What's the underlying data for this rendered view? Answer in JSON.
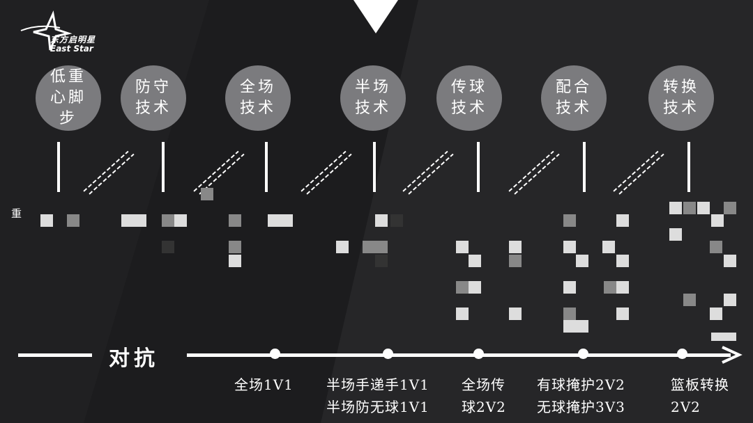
{
  "logo": {
    "name_cn": "东方启明星",
    "name_en": "East Star"
  },
  "skills": [
    {
      "label": "低重\n心脚\n步"
    },
    {
      "label": "防守\n技术"
    },
    {
      "label": "全场\n技术"
    },
    {
      "label": "半场\n技术"
    },
    {
      "label": "传球\n技术"
    },
    {
      "label": "配合\n技术"
    },
    {
      "label": "转换\n技术"
    }
  ],
  "side_text": "重",
  "axis": {
    "label": "对抗"
  },
  "stages": [
    {
      "text": "全场1V1"
    },
    {
      "text": "半场手递手1V1\n半场防无球1V1"
    },
    {
      "text": "全场传\n球2V2"
    },
    {
      "text": "有球掩护2V2\n无球掩护3V3"
    },
    {
      "text": "篮板转换\n2V2"
    }
  ],
  "colors": {
    "background": "#1c1c1e",
    "circle": "#7b7b7e",
    "accent": "#ffffff"
  }
}
